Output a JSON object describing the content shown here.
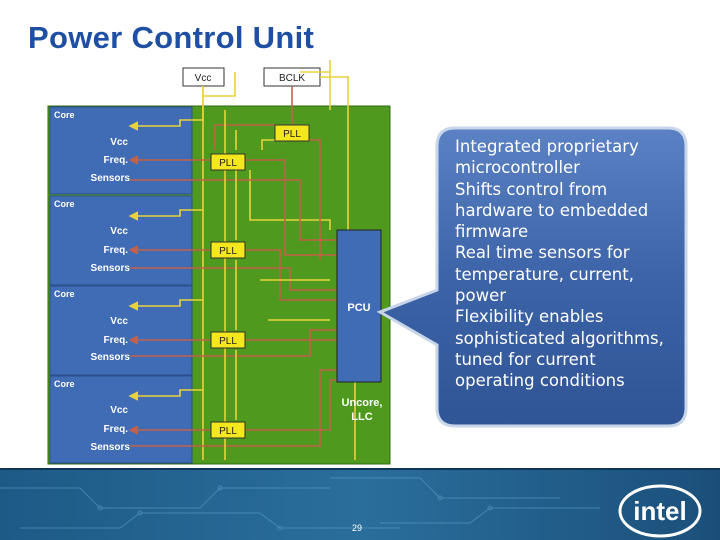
{
  "title": "Power Control Unit",
  "top_boxes": {
    "vcc": "Vcc",
    "bclk": "BCLK"
  },
  "core_label": "Core",
  "signal_labels": {
    "vcc": "Vcc",
    "freq": "Freq.",
    "sensors": "Sensors"
  },
  "pll_label": "PLL",
  "pcu_label": "PCU",
  "uncore_label": [
    "Uncore,",
    "LLC"
  ],
  "bubble_items": [
    "Integrated proprietary microcontroller",
    "Shifts control from hardware to embedded firmware",
    "Real time sensors for temperature, current, power",
    "Flexibility enables sophisticated algorithms, tuned for current operating conditions"
  ],
  "page_number": "29",
  "logo_text": "intel",
  "colors": {
    "title": "#1f4fa3",
    "core_blue": "#3f6cb5",
    "uncore_green": "#4f9a1e",
    "wire_yellow": "#e8d33a",
    "wire_red": "#c2604a",
    "pll_fill": "#f4e71b",
    "bubble": "#3d63a8"
  }
}
